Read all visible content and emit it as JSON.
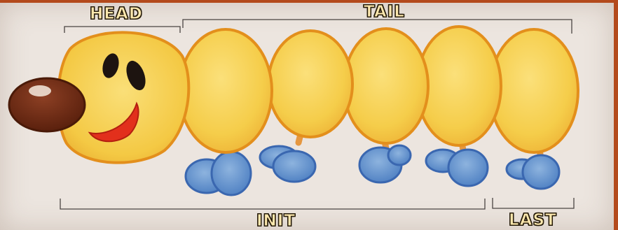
{
  "labels": {
    "head": "HEAD",
    "tail": "TAIL",
    "init": "INIT",
    "last": "LAST"
  },
  "colors": {
    "frame": "#b34a1c",
    "paper": "#ece5df",
    "body_yellow": "#f7d24e",
    "body_outline": "#e2921e",
    "nose": "#6e2a12",
    "feet": "#4f86c8",
    "mouth": "#e2301c",
    "label_fill": "#fde8ae"
  },
  "icons": {
    "caterpillar": "caterpillar-drawing"
  }
}
